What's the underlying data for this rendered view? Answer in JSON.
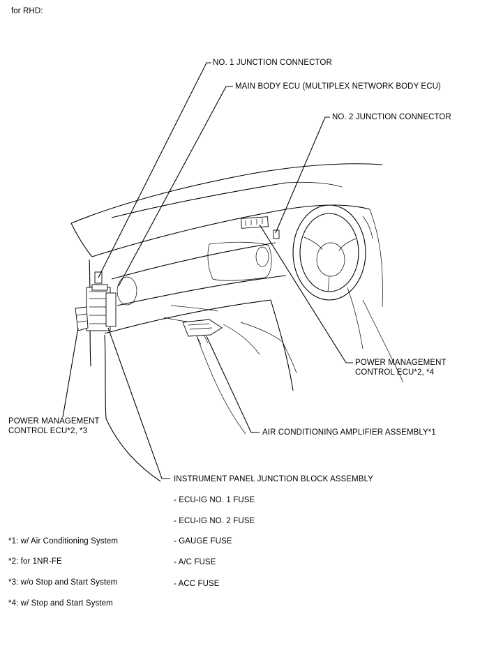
{
  "header": {
    "title": "for RHD:"
  },
  "callouts": {
    "no1_junction_connector": "NO. 1 JUNCTION CONNECTOR",
    "main_body_ecu": "MAIN BODY ECU (MULTIPLEX NETWORK BODY ECU)",
    "no2_junction_connector": "NO. 2 JUNCTION CONNECTOR",
    "power_mgmt_ecu_right": "POWER MANAGEMENT\nCONTROL ECU*2, *4",
    "power_mgmt_ecu_left": "POWER MANAGEMENT\nCONTROL ECU*2, *3",
    "air_conditioning_amplifier": "AIR CONDITIONING AMPLIFIER ASSEMBLY*1",
    "instrument_panel_junction_block": "INSTRUMENT PANEL JUNCTION BLOCK ASSEMBLY"
  },
  "fuses": [
    "- ECU-IG NO. 1 FUSE",
    "- ECU-IG NO. 2 FUSE",
    "- GAUGE FUSE",
    "- A/C FUSE",
    "- ACC FUSE"
  ],
  "footnotes": [
    "*1: w/ Air Conditioning System",
    "*2: for 1NR-FE",
    "*3: w/o Stop and Start System",
    "*4: w/ Stop and Start System"
  ]
}
